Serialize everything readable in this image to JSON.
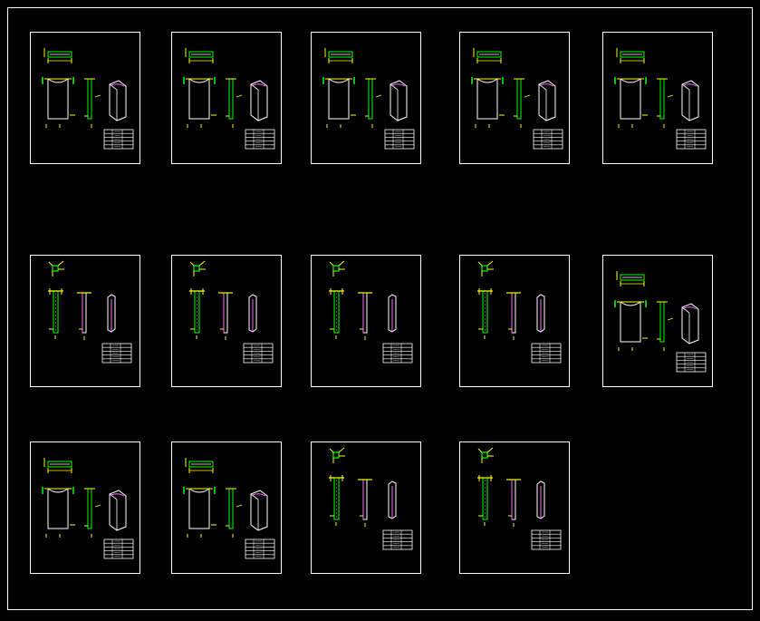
{
  "app": {
    "type": "cad-drawing-canvas"
  },
  "colors": {
    "background": "#000000",
    "frame": "#ffffff",
    "dimension": "#ffff00",
    "part": "#00ff00",
    "profile": "#ff66ff",
    "outline": "#ffffff"
  },
  "sheets": [
    {
      "kind": "panel",
      "variant": "a"
    },
    {
      "kind": "panel",
      "variant": "b"
    },
    {
      "kind": "panel",
      "variant": "c"
    },
    {
      "kind": "panel",
      "variant": "b"
    },
    {
      "kind": "panel",
      "variant": "c"
    },
    {
      "kind": "post",
      "variant": "a"
    },
    {
      "kind": "post",
      "variant": "b"
    },
    {
      "kind": "post",
      "variant": "c"
    },
    {
      "kind": "post",
      "variant": "d"
    },
    {
      "kind": "panel",
      "variant": "c"
    },
    {
      "kind": "panel",
      "variant": "d"
    },
    {
      "kind": "panel",
      "variant": "b"
    },
    {
      "kind": "post",
      "variant": "e"
    },
    {
      "kind": "post",
      "variant": "f"
    }
  ]
}
